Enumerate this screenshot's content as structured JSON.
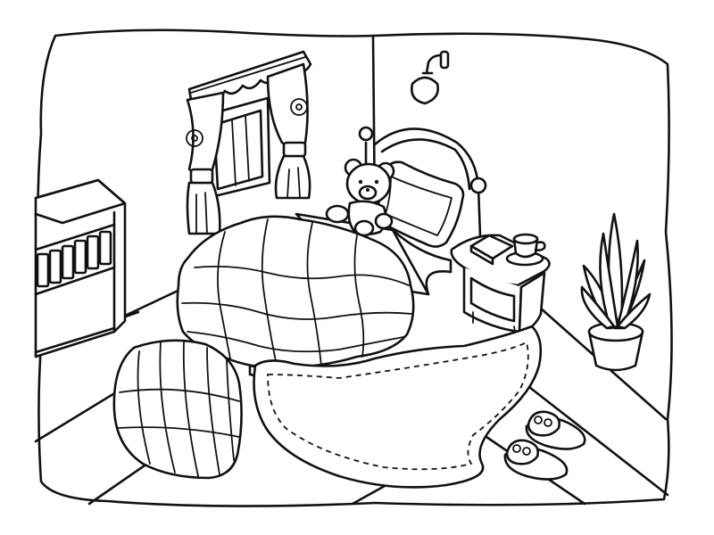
{
  "colors": {
    "line": "#111111",
    "paper": "#ffffff"
  },
  "scene": {
    "kind": "coloring-page",
    "subject": "cozy bedroom",
    "objects": [
      "window-with-curtains",
      "wall-lamp",
      "bookshelf",
      "bed",
      "quilt",
      "pillow",
      "teddy-bear",
      "nightstand",
      "tea-cup",
      "book",
      "potted-plant",
      "oval-rug",
      "bean-bag",
      "slippers"
    ]
  }
}
